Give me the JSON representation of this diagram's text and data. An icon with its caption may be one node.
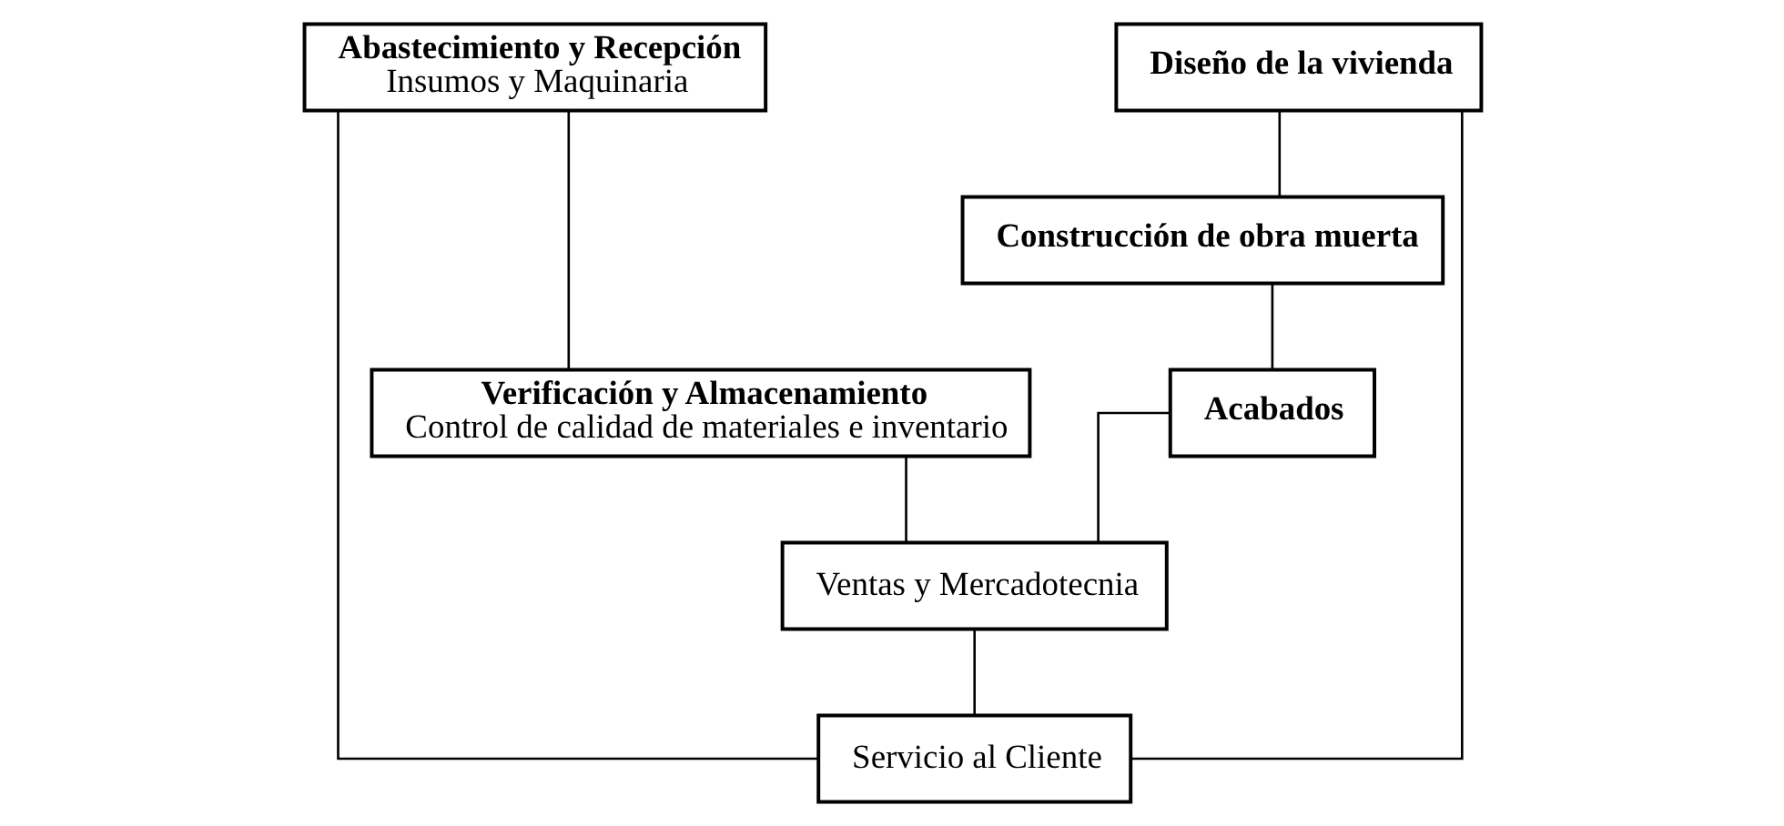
{
  "diagram": {
    "nodes": [
      {
        "text": [
          "Abastecimiento y Recepción",
          "Insumos y Maquinaria"
        ]
      },
      {
        "text": [
          "Verificación y Almacenamiento",
          "Control de calidad de materiales e inventario"
        ]
      },
      {
        "text": [
          "Diseño de la vivienda"
        ]
      },
      {
        "text": [
          "Construcción de obra muerta"
        ]
      },
      {
        "text": [
          "Acabados"
        ]
      },
      {
        "text": [
          "Ventas y Mercadotecnia"
        ]
      },
      {
        "text": [
          "Servicio al Cliente"
        ]
      }
    ],
    "edges": [
      {
        "from": 0,
        "to": 1,
        "arrow": "none"
      },
      {
        "from": 2,
        "to": 3,
        "arrow": "none"
      },
      {
        "from": 3,
        "to": 4,
        "arrow": "none"
      },
      {
        "from": 1,
        "to": 5,
        "arrow": "none"
      },
      {
        "from": 4,
        "to": 5,
        "arrow": "none"
      },
      {
        "from": 5,
        "to": 6,
        "arrow": "none"
      },
      {
        "from": 0,
        "to": 6,
        "arrow": "none"
      },
      {
        "from": 2,
        "to": 6,
        "arrow": "none"
      }
    ]
  }
}
